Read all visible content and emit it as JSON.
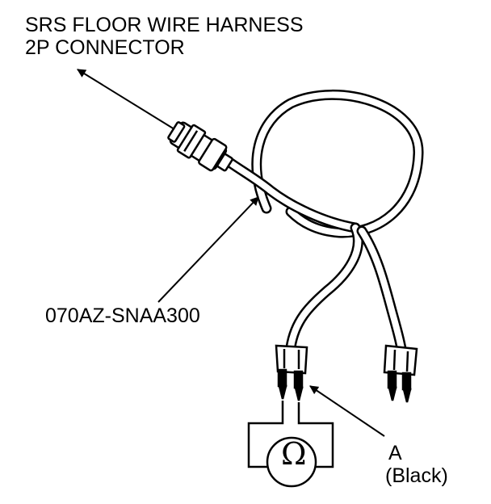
{
  "diagram": {
    "title_line1": "SRS FLOOR WIRE HARNESS",
    "title_line2": "2P CONNECTOR",
    "part_number": "070AZ-SNAA300",
    "annotation_letter": "A",
    "annotation_detail": "(Black)",
    "meter_symbol": "Ω"
  },
  "colors": {
    "ink": "#000000",
    "paper": "#ffffff"
  },
  "icons": [
    "connector-2p-icon",
    "test-probe-icon",
    "ohmmeter-icon",
    "arrow-icon"
  ]
}
